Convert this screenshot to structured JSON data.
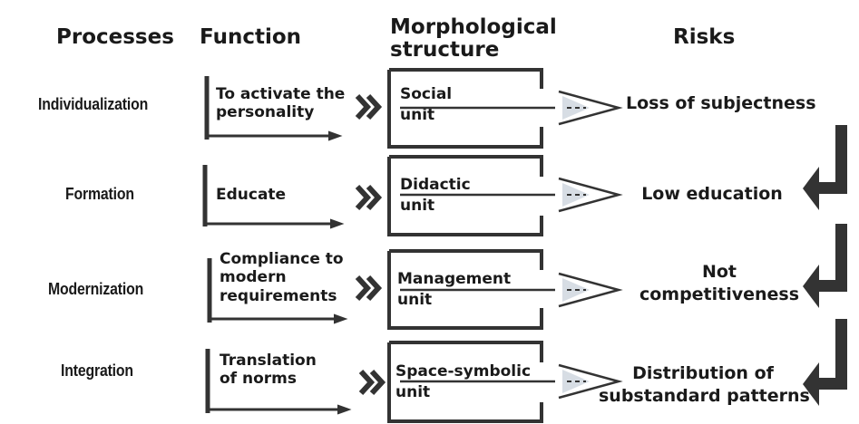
{
  "headers": {
    "processes": "Processes",
    "function": "Function",
    "structure": [
      "Morphological",
      "structure"
    ],
    "risks": "Risks"
  },
  "rows": [
    {
      "process": "Individualization",
      "function": [
        "To activate the",
        "personality"
      ],
      "unit": [
        "Social",
        "unit"
      ],
      "risk": [
        "Loss of subjectness"
      ]
    },
    {
      "process": "Formation",
      "function": [
        "Educate"
      ],
      "unit": [
        "Didactic",
        "unit"
      ],
      "risk": [
        "Low education"
      ]
    },
    {
      "process": "Modernization",
      "function": [
        "Compliance to",
        "modern",
        "requirements"
      ],
      "unit": [
        "Management",
        "unit"
      ],
      "risk": [
        "Not",
        "competitiveness"
      ]
    },
    {
      "process": "Integration",
      "function": [
        "Translation",
        "of norms"
      ],
      "unit": [
        "Space-symbolic",
        "unit"
      ],
      "risk": [
        "Distribution of",
        "substandard patterns"
      ]
    }
  ],
  "colors": {
    "ink": "#333333",
    "arrow_fill": "#d7dde4"
  },
  "icons": [
    "double-chevron-icon",
    "open-arrow-icon",
    "return-arrow-icon"
  ]
}
